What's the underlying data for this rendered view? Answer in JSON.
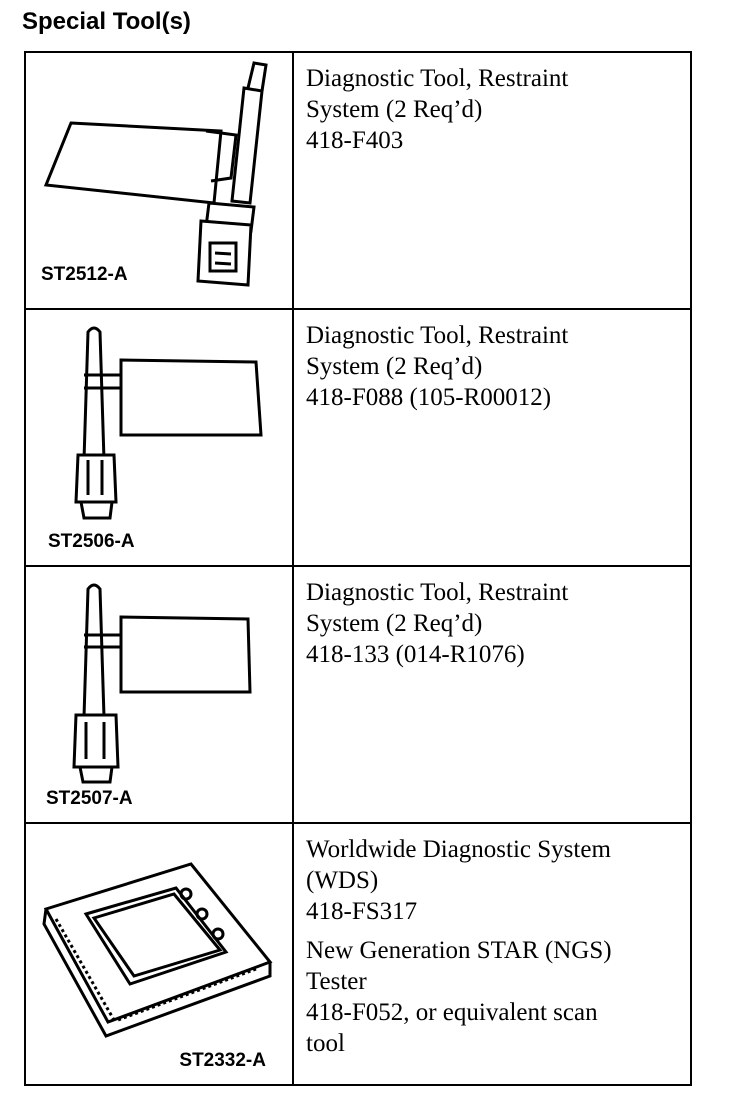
{
  "heading": "Special Tool(s)",
  "tools": [
    {
      "figure_label": "ST2512-A",
      "lines_a": [
        "Diagnostic Tool, Restraint",
        "System (2 Req’d)",
        "418-F403"
      ]
    },
    {
      "figure_label": "ST2506-A",
      "lines_a": [
        "Diagnostic Tool, Restraint",
        "System (2 Req’d)",
        "418-F088 (105-R00012)"
      ]
    },
    {
      "figure_label": "ST2507-A",
      "lines_a": [
        "Diagnostic Tool, Restraint",
        "System (2 Req’d)",
        "418-133 (014-R1076)"
      ]
    },
    {
      "figure_label": "ST2332-A",
      "lines_a": [
        "Worldwide Diagnostic System",
        "(WDS)",
        "418-FS317"
      ],
      "lines_b": [
        "New Generation STAR (NGS)",
        "Tester",
        "418-F052, or equivalent scan",
        "tool"
      ]
    }
  ]
}
